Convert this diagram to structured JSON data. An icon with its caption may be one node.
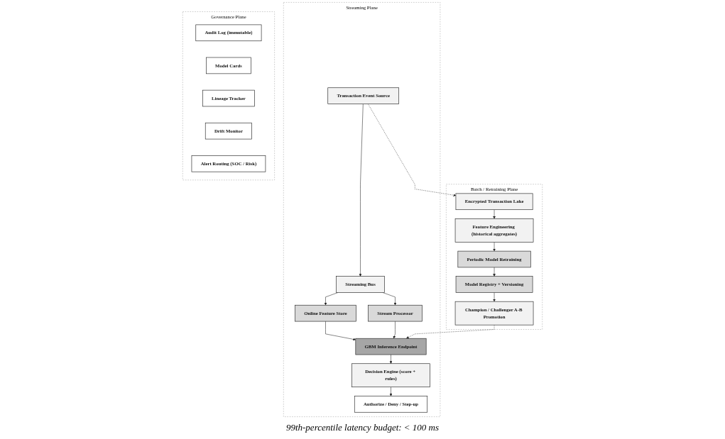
{
  "diagram": {
    "nodes": [
      {
        "text": [
          "Streaming Plane"
        ]
      },
      {
        "text": [
          "Transaction Event Source"
        ],
        "in": 0
      },
      {
        "text": [
          "Streaming Bus"
        ],
        "in": 0
      },
      {
        "text": [
          "Online Feature Store"
        ],
        "in": 0
      },
      {
        "text": [
          "Stream Processor"
        ],
        "in": 0
      },
      {
        "text": [
          "GBM Inference Endpoint"
        ],
        "in": 0
      },
      {
        "text": [
          "Decision Engine (score + rules)"
        ],
        "in": 0
      },
      {
        "text": [
          "Authorize / Deny / Step-up"
        ],
        "in": 0
      },
      {
        "text": [
          "Batch / Retraining Plane"
        ]
      },
      {
        "text": [
          "Encrypted Transaction Lake"
        ],
        "in": 8
      },
      {
        "text": [
          "Feature Engineering (historical aggregates)"
        ],
        "in": 8
      },
      {
        "text": [
          "Periodic Model Retraining"
        ],
        "in": 8
      },
      {
        "text": [
          "Model Registry + Versioning"
        ],
        "in": 8
      },
      {
        "text": [
          "Champion / Challenger A-B Promotion"
        ],
        "in": 8
      },
      {
        "text": [
          "Governance Plane"
        ]
      },
      {
        "text": [
          "Audit Log (immutable)"
        ],
        "in": 14
      },
      {
        "text": [
          "Model Cards"
        ],
        "in": 14
      },
      {
        "text": [
          "Lineage Tracker"
        ],
        "in": 14
      },
      {
        "text": [
          "Drift Monitor"
        ],
        "in": 14
      },
      {
        "text": [
          "Alert Routing (SOC / Risk)"
        ],
        "in": 14
      }
    ],
    "edges": [
      {
        "from": 1,
        "to": 2,
        "arrow": "to"
      },
      {
        "from": 2,
        "to": 3,
        "arrow": "to"
      },
      {
        "from": 2,
        "to": 4,
        "arrow": "to"
      },
      {
        "from": 3,
        "to": 5,
        "arrow": "to"
      },
      {
        "from": 4,
        "to": 5,
        "arrow": "to"
      },
      {
        "from": 5,
        "to": 6,
        "arrow": "to"
      },
      {
        "from": 6,
        "to": 7,
        "arrow": "to"
      },
      {
        "from": 1,
        "to": 9,
        "arrow": "to",
        "style": "dashed"
      },
      {
        "from": 9,
        "to": 10,
        "arrow": "to"
      },
      {
        "from": 10,
        "to": 11,
        "arrow": "to"
      },
      {
        "from": 11,
        "to": 12,
        "arrow": "to"
      },
      {
        "from": 12,
        "to": 13,
        "arrow": "to"
      },
      {
        "from": 13,
        "to": 5,
        "arrow": "to",
        "style": "dashed"
      }
    ],
    "labels": [
      "99th-percentile latency budget: < 100 ms"
    ]
  }
}
